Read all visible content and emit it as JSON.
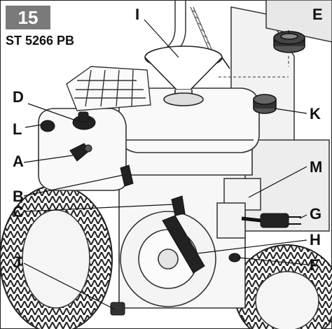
{
  "figure_number": "15",
  "model": "ST 5266 PB",
  "callouts": {
    "I": "I",
    "E": "E",
    "D": "D",
    "K": "K",
    "L": "L",
    "A": "A",
    "M": "M",
    "B": "B",
    "G": "G",
    "C": "C",
    "H": "H",
    "J": "J",
    "F": "F"
  }
}
